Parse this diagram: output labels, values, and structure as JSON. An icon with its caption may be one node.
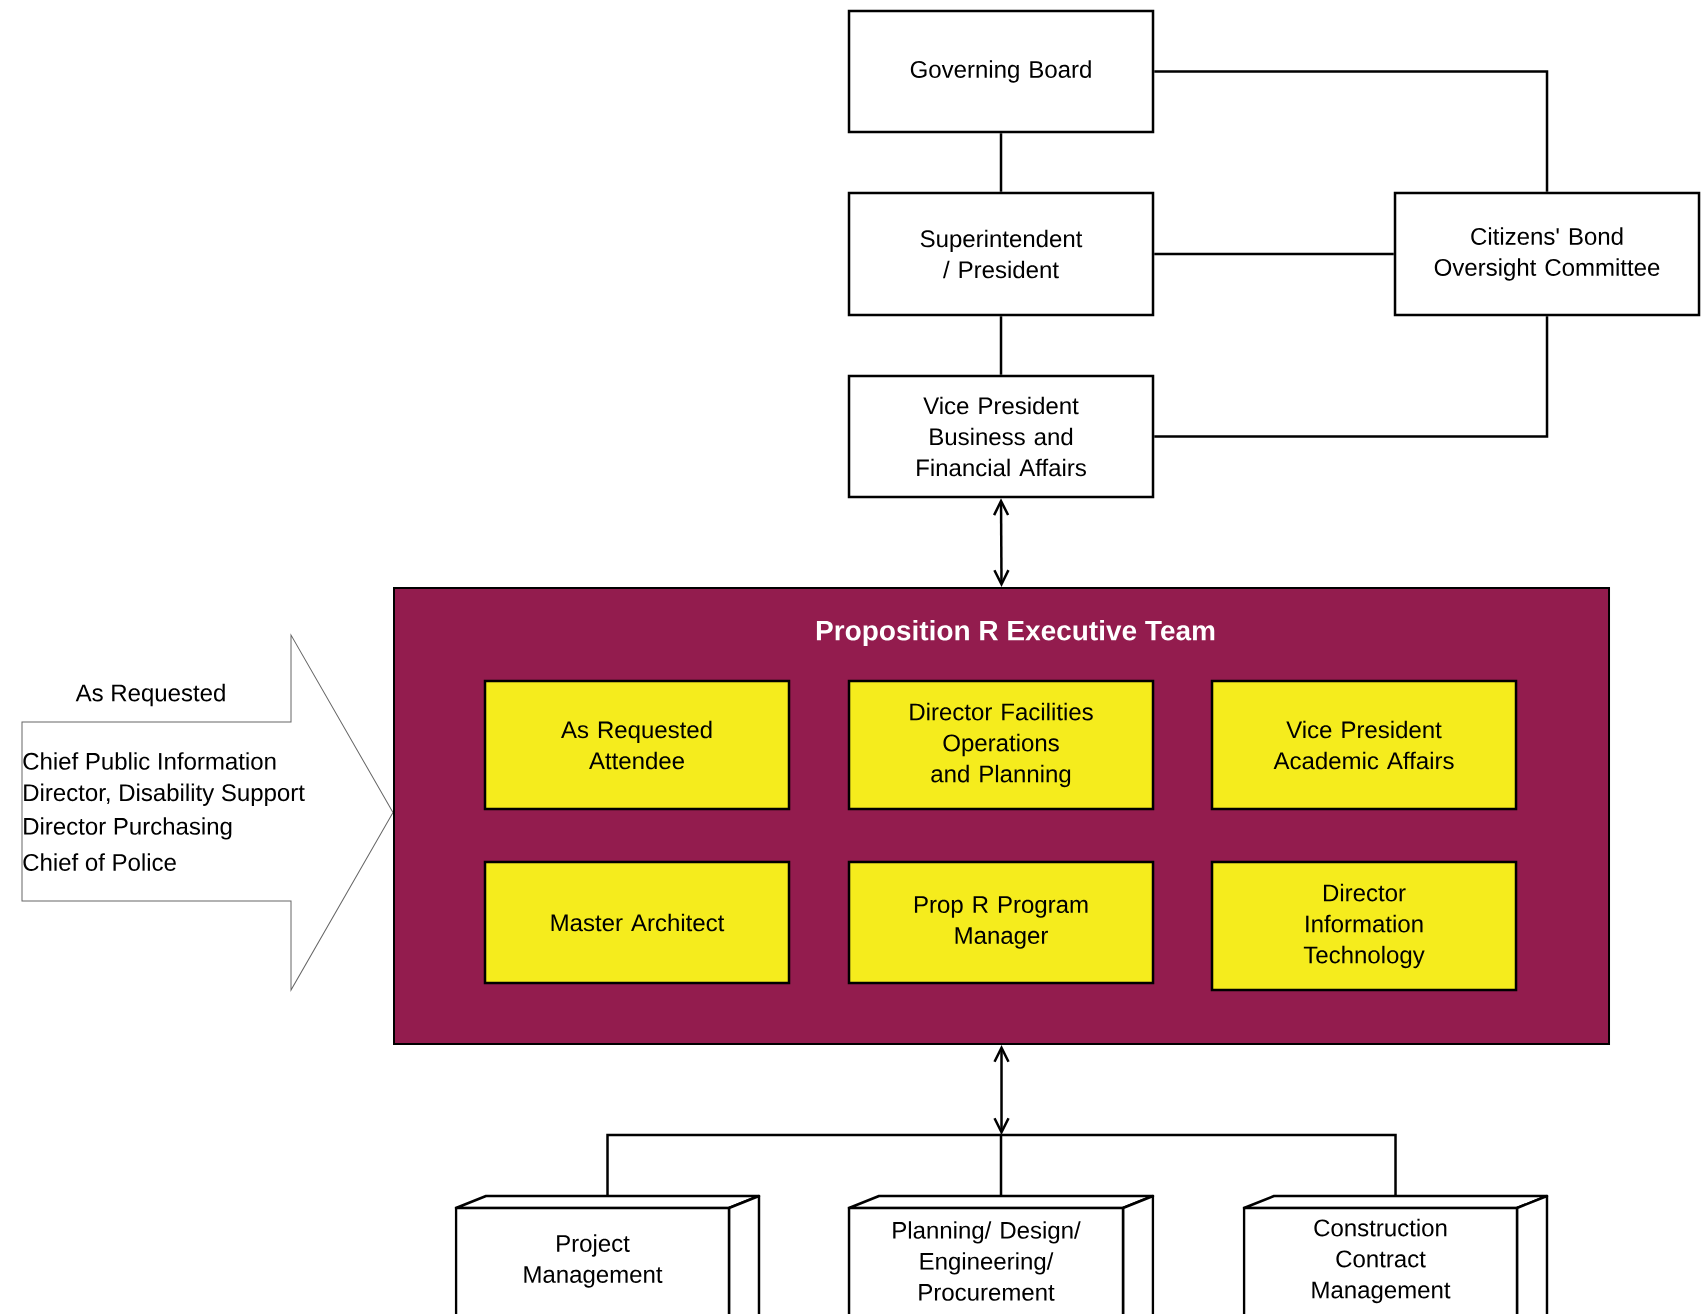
{
  "diagram": {
    "nodes": [
      {
        "text": [
          "Governing Board"
        ]
      },
      {
        "text": [
          "Superintendent / President"
        ]
      },
      {
        "text": [
          "Citizens' Bond Oversight Committee"
        ]
      },
      {
        "text": [
          "Vice President Business and Financial Affairs"
        ]
      },
      {
        "text": [
          "As Requested",
          "Chief Public Information",
          "Director, Disability Support",
          "Director Purchasing",
          "Chief of Police"
        ]
      },
      {
        "text": [
          "Proposition R Executive Team"
        ]
      },
      {
        "text": [
          "As Requested Attendee"
        ],
        "in": 5
      },
      {
        "text": [
          "Director Facilities Operations and Planning"
        ],
        "in": 5
      },
      {
        "text": [
          "Vice President Academic Affairs"
        ],
        "in": 5
      },
      {
        "text": [
          "Master Architect"
        ],
        "in": 5
      },
      {
        "text": [
          "Prop R Program Manager"
        ],
        "in": 5
      },
      {
        "text": [
          "Director Information Technology"
        ],
        "in": 5
      },
      {
        "text": [
          "Project Management"
        ]
      },
      {
        "text": [
          "Planning/ Design/ Engineering/ Procurement"
        ]
      },
      {
        "text": [
          "Construction Contract Management"
        ]
      }
    ],
    "edges": [
      {
        "from": 0,
        "to": 1,
        "arrow": "none"
      },
      {
        "from": 0,
        "to": 2,
        "arrow": "none"
      },
      {
        "from": 1,
        "to": 2,
        "arrow": "none"
      },
      {
        "from": 1,
        "to": 3,
        "arrow": "none"
      },
      {
        "from": 3,
        "to": 2,
        "arrow": "none"
      },
      {
        "from": 3,
        "to": 5,
        "arrow": "both"
      },
      {
        "from": 12,
        "to": 5,
        "arrow": "to"
      },
      {
        "from": 13,
        "to": 5,
        "arrow": "to"
      },
      {
        "from": 14,
        "to": 5,
        "arrow": "to"
      }
    ]
  }
}
